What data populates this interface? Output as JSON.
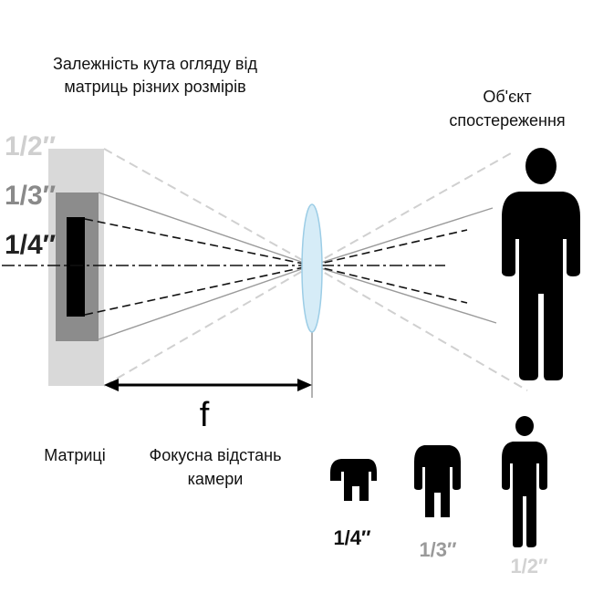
{
  "title": {
    "line1": "Залежність кута огляду від",
    "line2": "матриць різних розмірів"
  },
  "object_label": {
    "line1": "Об'єкт",
    "line2": "спостереження"
  },
  "sensor_sizes": [
    {
      "label": "1/2″",
      "color": "#cfcfcf"
    },
    {
      "label": "1/3″",
      "color": "#8a8a8a"
    },
    {
      "label": "1/4″",
      "color": "#222222"
    }
  ],
  "focal_symbol": "f",
  "matrices_label": "Матриці",
  "focal_distance_label": {
    "line1": "Фокусна відстань",
    "line2": "камери"
  },
  "result_figures": [
    {
      "label": "1/4″",
      "color": "#111111",
      "crop": "torso"
    },
    {
      "label": "1/3″",
      "color": "#9a9a9a",
      "crop": "knees"
    },
    {
      "label": "1/2″",
      "color": "#d2d2d2",
      "crop": "full"
    }
  ],
  "colors": {
    "sensor_half": "#d9d9d9",
    "sensor_third": "#8c8c8c",
    "sensor_quarter": "#000000",
    "lens_fill": "#d6ecf7",
    "lens_stroke": "#9ccde6"
  }
}
